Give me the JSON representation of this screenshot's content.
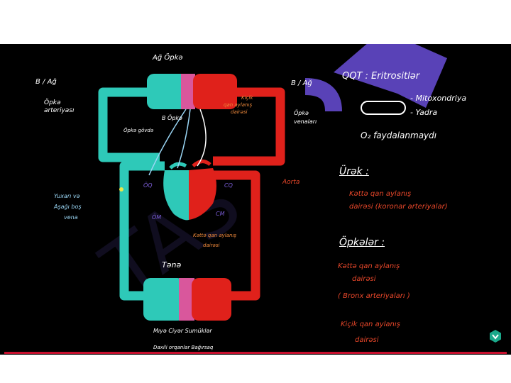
{
  "colors": {
    "oxygenated": "#e0211b",
    "deoxygenated": "#2ec9b8",
    "mixed": "#d9579c",
    "label_blue": "#9ad6f5",
    "label_red": "#e8472a",
    "label_orange": "#f08a3c",
    "label_purple": "#7a5cd6",
    "white": "#ffffff",
    "watermark": "#6a4fd8",
    "progress": "#c8102e"
  },
  "labels": {
    "top_lungs": "Ağ Öpkə",
    "left_circle": "B / Ağ",
    "left_artery": "Öpkə arteriyası",
    "pulm_trunk": "Öpkə gövdə",
    "left_veins_1": "Yuxarı və",
    "left_veins_2": "Aşağı boş",
    "left_veins_3": "vena",
    "small_circ_1": "Kiçik",
    "small_circ_2": "qan aylanış",
    "small_circ_3": "dairəsi",
    "inner_lung": "B Öpkə",
    "right_circle": "B / Ağ",
    "right_veins_1": "Öpkə",
    "right_veins_2": "venaları",
    "aorta": "Aorta",
    "ra": "ÖQ",
    "rv": "ÖM",
    "la": "CQ",
    "lv": "CM",
    "big_circ_1": "Kəttə qan aylanış",
    "big_circ_2": "dairəsi",
    "body": "Tənə",
    "organs": "Mıyə  Ciyər  Sumüklər",
    "organs_2": "Daxili orqanlar  Bağırsaq"
  },
  "notes": {
    "qqt": "QQT : Eritrositlər",
    "mito": "- Mitoxondriya",
    "nucleus": "- Yadra",
    "o2": "O₂ faydalanmaydı",
    "heart_title": "Ürək :",
    "heart_1": "Kəttə qan aylanış",
    "heart_2": "dairəsi (koronar arteriyalar)",
    "lungs_title": "Öpkələr :",
    "lungs_1": "Kəttə qan aylanış",
    "lungs_2": "dairəsi",
    "lungs_3": "( Bronx arteriyaları )",
    "lungs_4": "Kiçik qan aylanış",
    "lungs_5": "dairəsi"
  },
  "watermark": "TAS",
  "progress": 1.0,
  "icons": [
    "brand-logo-icon"
  ]
}
